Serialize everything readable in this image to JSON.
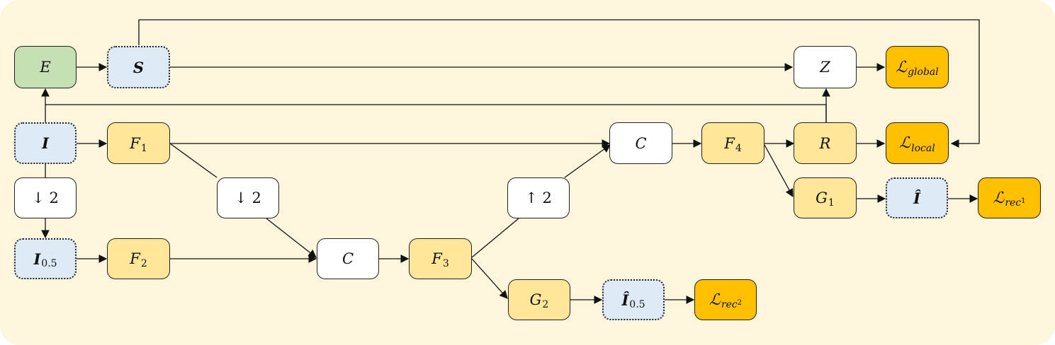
{
  "nodes": {
    "E": {
      "label": "E",
      "color": "#c6e0b4"
    },
    "S": {
      "label": "S",
      "color": "#deebf7"
    },
    "I": {
      "label": "I",
      "color": "#deebf7"
    },
    "I05": {
      "label": "I",
      "sub": "0.5",
      "color": "#deebf7"
    },
    "down1": {
      "label": "↓ 2"
    },
    "down2": {
      "label": "↓ 2"
    },
    "up": {
      "label": "↑ 2"
    },
    "F1": {
      "label": "F",
      "sub": "1",
      "color": "#ffe699"
    },
    "F2": {
      "label": "F",
      "sub": "2",
      "color": "#ffe699"
    },
    "F3": {
      "label": "F",
      "sub": "3",
      "color": "#ffe699"
    },
    "F4": {
      "label": "F",
      "sub": "4",
      "color": "#ffe699"
    },
    "C1": {
      "label": "C"
    },
    "C2": {
      "label": "C"
    },
    "G1": {
      "label": "G",
      "sub": "1",
      "color": "#ffe699"
    },
    "G2": {
      "label": "G",
      "sub": "2",
      "color": "#ffe699"
    },
    "R": {
      "label": "R",
      "color": "#ffe699"
    },
    "Z": {
      "label": "Z"
    },
    "Ihat": {
      "label": "Î",
      "color": "#deebf7"
    },
    "Ihat05": {
      "label": "Î",
      "sub": "0.5",
      "color": "#deebf7"
    },
    "Lglobal": {
      "label": "ℒ",
      "sub": "global",
      "color": "#ffc000"
    },
    "Llocal": {
      "label": "ℒ",
      "sub": "local",
      "color": "#ffc000"
    },
    "Lrec1": {
      "label": "ℒ",
      "sub": "rec",
      "subsub": "1",
      "color": "#ffc000"
    },
    "Lrec2": {
      "label": "ℒ",
      "sub": "rec",
      "subsub": "2",
      "color": "#ffc000"
    }
  },
  "edges": [
    {
      "from": "E",
      "to": "S",
      "arrow": true
    },
    {
      "from": "S",
      "to": "Z",
      "arrow": true
    },
    {
      "from": "S",
      "to": "Llocal",
      "arrow": true,
      "route": "top-loop"
    },
    {
      "from": "I",
      "to": "E",
      "arrow": true
    },
    {
      "from": "R",
      "to": "E",
      "arrow": true,
      "route": "return-line"
    },
    {
      "from": "R",
      "to": "Z",
      "arrow": true
    },
    {
      "from": "Z",
      "to": "Lglobal",
      "arrow": true
    },
    {
      "from": "I",
      "to": "F1",
      "arrow": true
    },
    {
      "from": "I",
      "to": "down1",
      "arrow": false
    },
    {
      "from": "down1",
      "to": "I05",
      "arrow": true
    },
    {
      "from": "I05",
      "to": "F2",
      "arrow": true
    },
    {
      "from": "F1",
      "to": "C1",
      "arrow": true
    },
    {
      "from": "F1",
      "to": "down2",
      "arrow": false
    },
    {
      "from": "down2",
      "to": "C2",
      "arrow": true
    },
    {
      "from": "F2",
      "to": "C2",
      "arrow": true
    },
    {
      "from": "C2",
      "to": "F3",
      "arrow": true
    },
    {
      "from": "F3",
      "to": "up",
      "arrow": false
    },
    {
      "from": "up",
      "to": "C1",
      "arrow": true
    },
    {
      "from": "F3",
      "to": "G2",
      "arrow": true
    },
    {
      "from": "G2",
      "to": "Ihat05",
      "arrow": true
    },
    {
      "from": "Ihat05",
      "to": "Lrec2",
      "arrow": true
    },
    {
      "from": "C1",
      "to": "F4",
      "arrow": true
    },
    {
      "from": "F4",
      "to": "R",
      "arrow": true
    },
    {
      "from": "F4",
      "to": "G1",
      "arrow": true
    },
    {
      "from": "R",
      "to": "Llocal",
      "arrow": true
    },
    {
      "from": "G1",
      "to": "Ihat",
      "arrow": true
    },
    {
      "from": "Ihat",
      "to": "Lrec1",
      "arrow": true
    }
  ]
}
